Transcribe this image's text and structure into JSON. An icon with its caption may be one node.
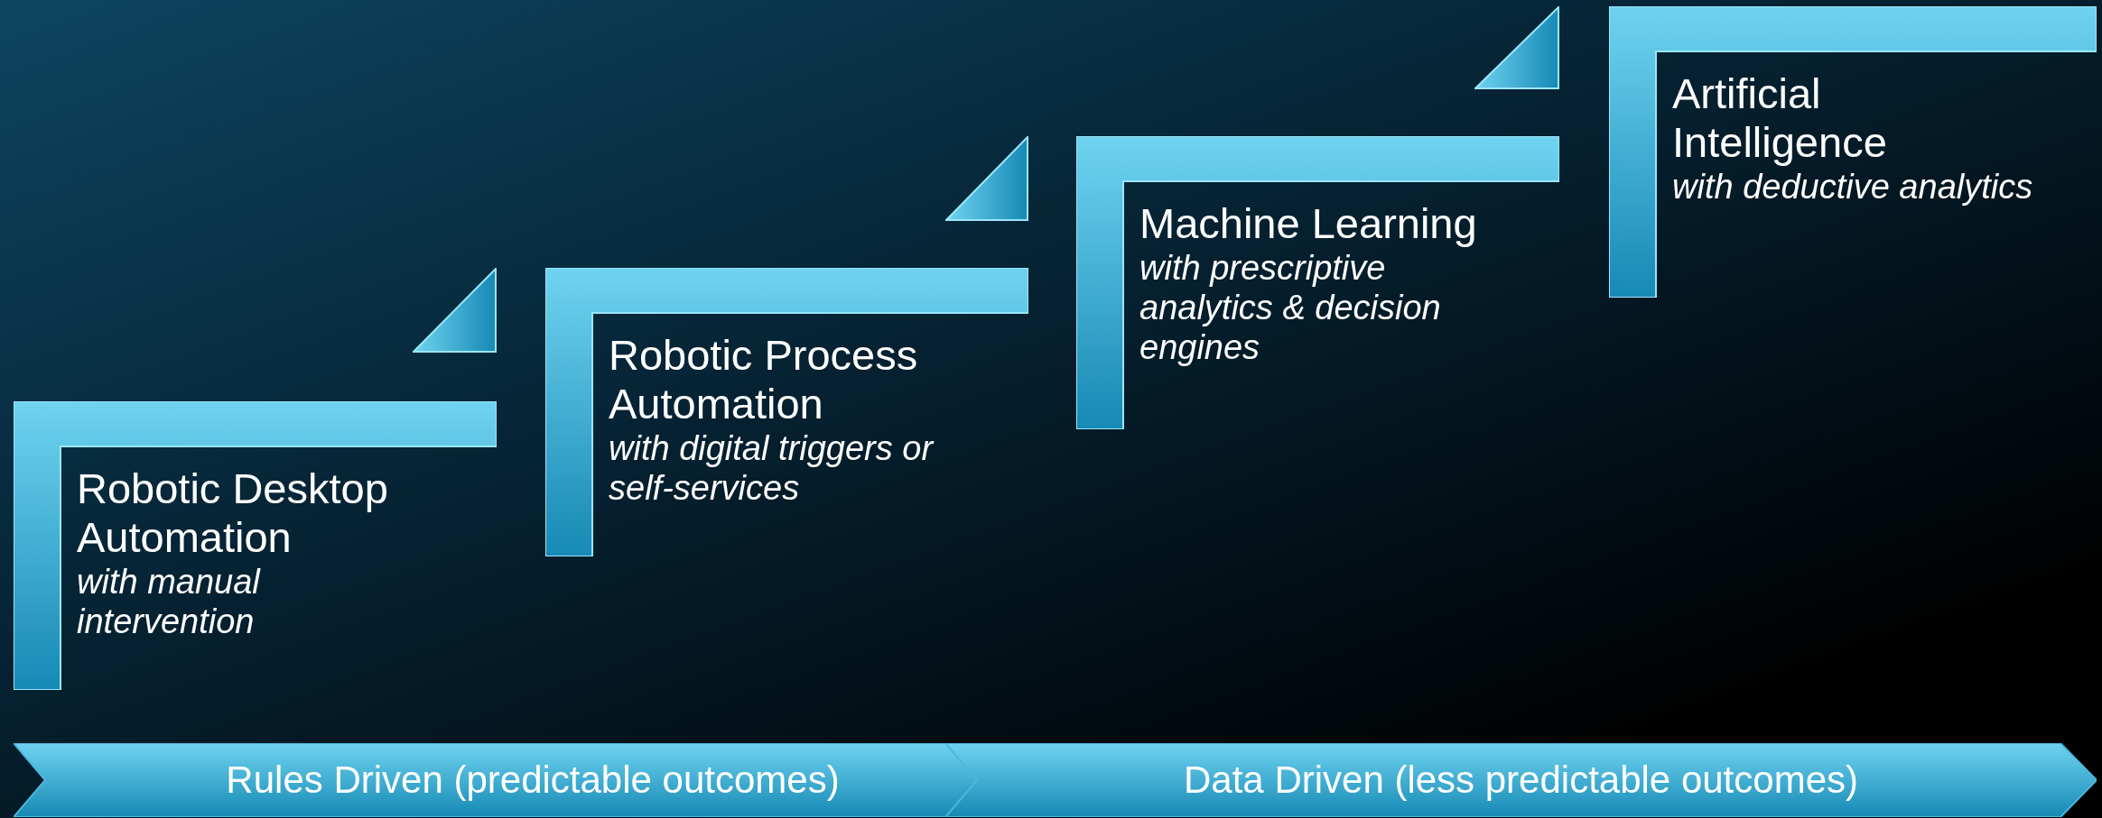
{
  "diagram": {
    "nodes": [
      {
        "text": [
          "Robotic Desktop Automation",
          "with manual intervention"
        ]
      },
      {
        "text": [
          "Robotic Process Automation",
          "with digital triggers or self-services"
        ]
      },
      {
        "text": [
          "Machine Learning",
          "with prescriptive analytics & decision engines"
        ]
      },
      {
        "text": [
          "Artificial Intelligence",
          "with deductive analytics"
        ]
      },
      {
        "text": [
          "Rules Driven (predictable outcomes)"
        ]
      },
      {
        "text": [
          "Data Driven (less predictable outcomes)"
        ]
      },
      {
        "text": [],
        "shape": "triangle"
      },
      {
        "text": [],
        "shape": "triangle"
      },
      {
        "text": [],
        "shape": "triangle"
      }
    ],
    "edges": []
  }
}
